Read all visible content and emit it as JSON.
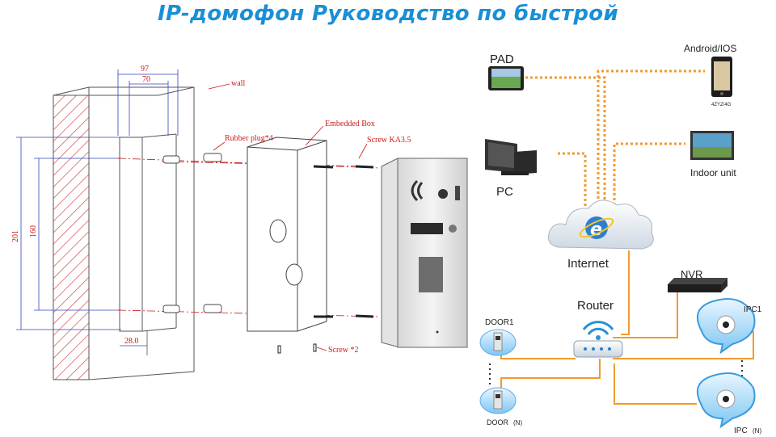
{
  "title": "IP-домофон Руководство по быстрой",
  "colors": {
    "title": "#1a8fd6",
    "dimension": "#cc1a1a",
    "cable": "#f29a2e",
    "wall_hatch": "#d24a4a"
  },
  "installation": {
    "dims": {
      "width_outer": "97",
      "width_inner": "70",
      "height_outer": "201",
      "height_inner": "160",
      "depth": "28.0"
    },
    "labels": {
      "wall": "wall",
      "rubber_plug": "Rubber plug*4",
      "embedded_box": "Embedded Box",
      "screw_top": "Screw KA3.5",
      "screw_bottom": "Screw *2"
    }
  },
  "network": {
    "pad": "PAD",
    "android": "Android/IOS",
    "pc": "PC",
    "indoor": "Indoor unit",
    "internet": "Internet",
    "nvr": "NVR",
    "router": "Router",
    "door1": "DOOR1",
    "doorn": "DOOR",
    "doorn_sub": "(N)",
    "ipc1": "IPC1",
    "ipcn": "IPC",
    "ipcn_sub": "(N)",
    "phone_caption": "4ZYZ/4G"
  }
}
